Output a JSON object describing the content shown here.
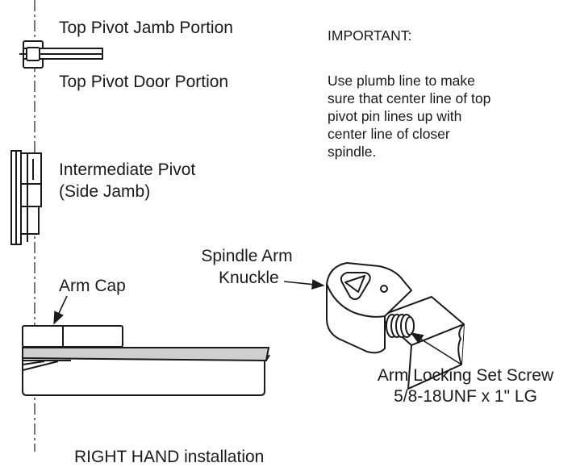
{
  "labels": {
    "top_pivot_jamb": "Top Pivot Jamb Portion",
    "top_pivot_door": "Top Pivot Door Portion",
    "intermediate_pivot": "Intermediate Pivot",
    "side_jamb": "(Side Jamb)",
    "spindle_arm_line1": "Spindle Arm",
    "spindle_arm_line2": "Knuckle",
    "arm_cap": "Arm Cap",
    "set_screw_line1": "Arm Locking Set Screw",
    "set_screw_line2": "5/8-18UNF x 1\" LG",
    "installation": "RIGHT HAND installation"
  },
  "note": {
    "heading": "IMPORTANT:",
    "lines": [
      "Use plumb line to make",
      "sure that center line of top",
      "pivot pin lines up with",
      "center line of closer",
      "spindle."
    ]
  },
  "colors": {
    "ink": "#1a1a1a",
    "fill": "#ffffff",
    "shade": "#cfcfcf"
  }
}
